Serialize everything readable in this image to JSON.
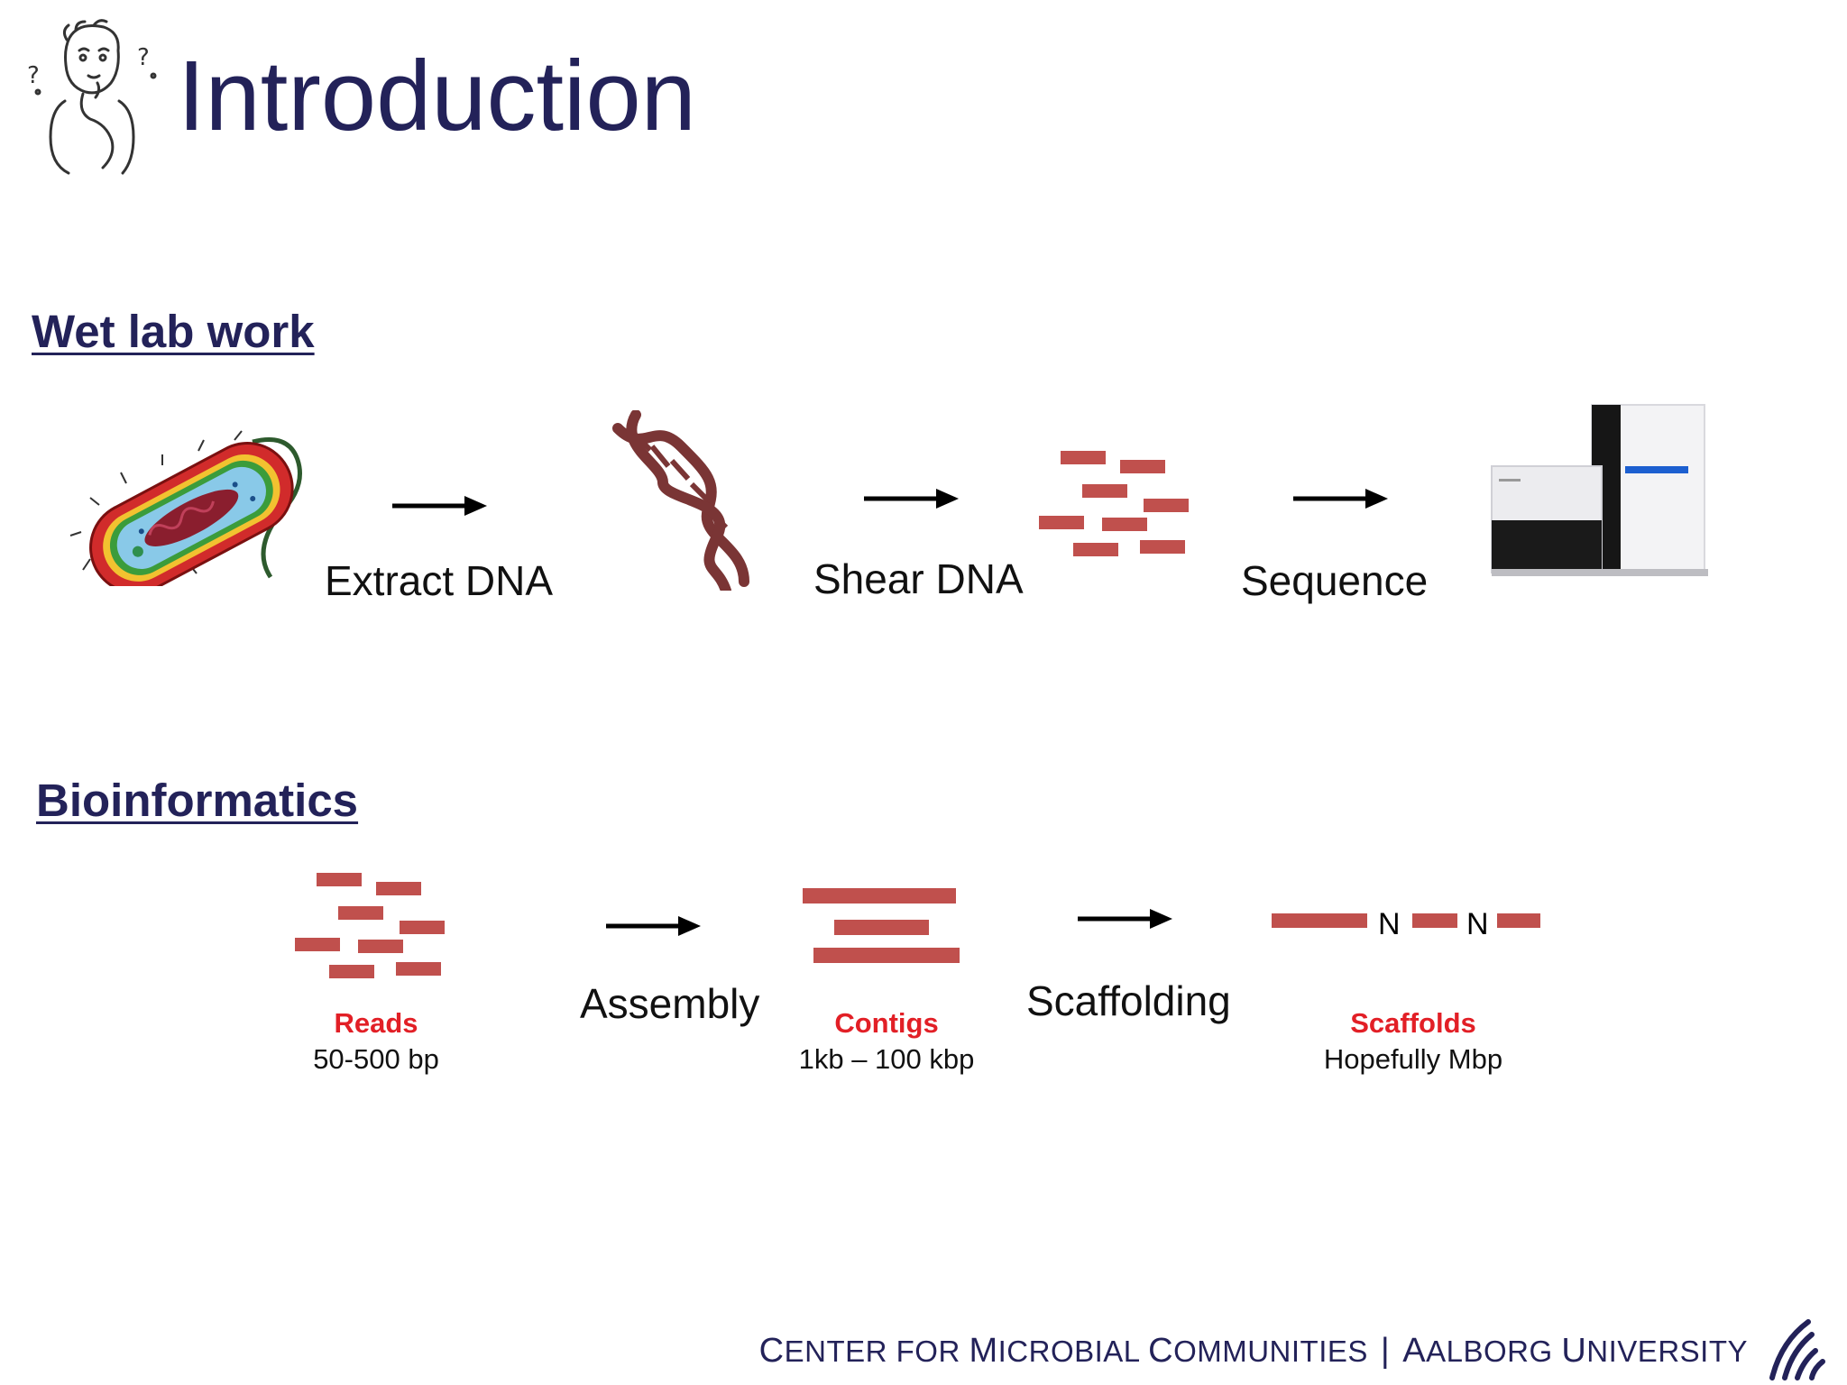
{
  "header": {
    "title": "Introduction"
  },
  "wet_lab": {
    "heading": "Wet lab work",
    "steps": {
      "extract": "Extract DNA",
      "shear": "Shear DNA",
      "sequence": "Sequence"
    }
  },
  "bioinformatics": {
    "heading": "Bioinformatics",
    "steps": {
      "assembly": "Assembly",
      "scaffolding": "Scaffolding"
    },
    "reads": {
      "name": "Reads",
      "size": "50-500 bp"
    },
    "contigs": {
      "name": "Contigs",
      "size": "1kb – 100 kbp"
    },
    "scaffolds": {
      "name": "Scaffolds",
      "size": "Hopefully Mbp",
      "gap_label_1": "N",
      "gap_label_2": "N"
    }
  },
  "footer": {
    "part1_cap": "C",
    "part1_rest": "ENTER FOR ",
    "part2_cap": "M",
    "part2_rest": "ICROBIAL ",
    "part3_cap": "C",
    "part3_rest": "OMMUNITIES",
    "separator": "|",
    "part4_cap": "A",
    "part4_rest": "ALBORG ",
    "part5_cap": "U",
    "part5_rest": "NIVERSITY"
  },
  "colors": {
    "title": "#232259",
    "fragment": "#c0504d",
    "caption_name": "#e21f26"
  },
  "icons": {
    "thinker": "thinking-person-icon",
    "bacterium": "bacterium-icon",
    "dna": "dna-helix-icon",
    "sequencer": "sequencer-machine-icon",
    "logo": "aalborg-university-logo"
  }
}
